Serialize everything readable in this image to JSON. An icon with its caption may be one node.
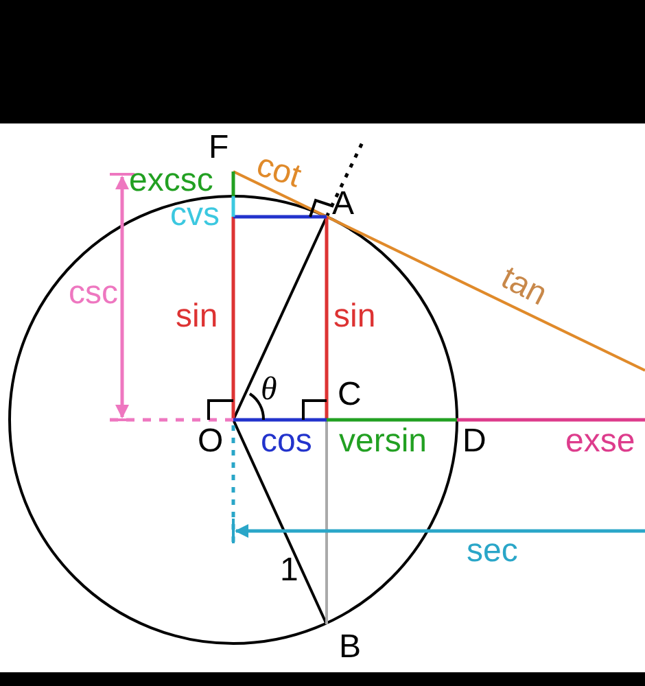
{
  "diagram": {
    "labels": [
      "F",
      "cot",
      "excsc",
      "A",
      "cvs",
      "tan",
      "csc",
      "sin",
      "sin",
      "θ",
      "C",
      "O",
      "cos",
      "versin",
      "D",
      "exse",
      "sec",
      "1",
      "B"
    ]
  }
}
